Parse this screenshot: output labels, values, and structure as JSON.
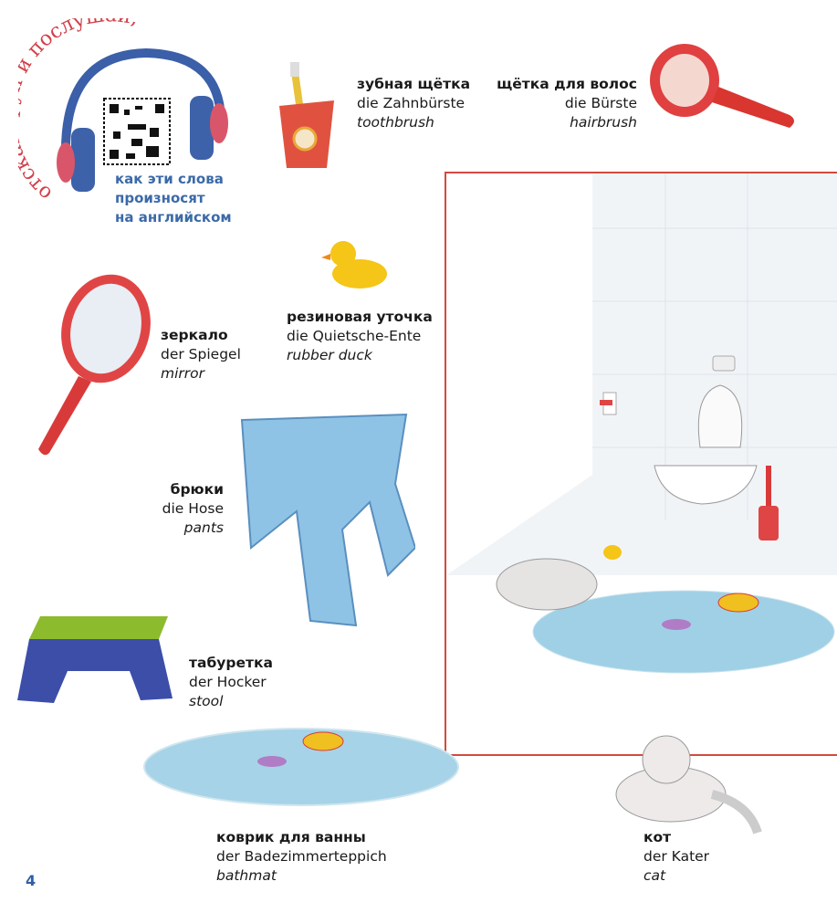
{
  "promo": {
    "arc_text": "отсканируй и послушай,",
    "line1": "как эти слова",
    "line2": "произносят",
    "line3": "на английском"
  },
  "words": {
    "toothbrush": {
      "ru": "зубная щётка",
      "de": "die Zahnbürste",
      "en": "toothbrush"
    },
    "hairbrush": {
      "ru": "щётка для волос",
      "de": "die Bürste",
      "en": "hairbrush"
    },
    "duck": {
      "ru": "резиновая уточка",
      "de": "die Quietsche-Ente",
      "en": "rubber duck"
    },
    "mirror": {
      "ru": "зеркало",
      "de": "der Spiegel",
      "en": "mirror"
    },
    "pants": {
      "ru": "брюки",
      "de": "die Hose",
      "en": "pants"
    },
    "stool": {
      "ru": "табуретка",
      "de": "der Hocker",
      "en": "stool"
    },
    "bathmat": {
      "ru": "коврик для ванны",
      "de": "der Badezimmerteppich",
      "en": "bathmat"
    },
    "cat": {
      "ru": "кот",
      "de": "der Kater",
      "en": "cat"
    }
  },
  "page_number": "4",
  "colors": {
    "frame": "#d24a3e",
    "accent_blue": "#3b6aa8",
    "arc_red": "#d2404a"
  }
}
